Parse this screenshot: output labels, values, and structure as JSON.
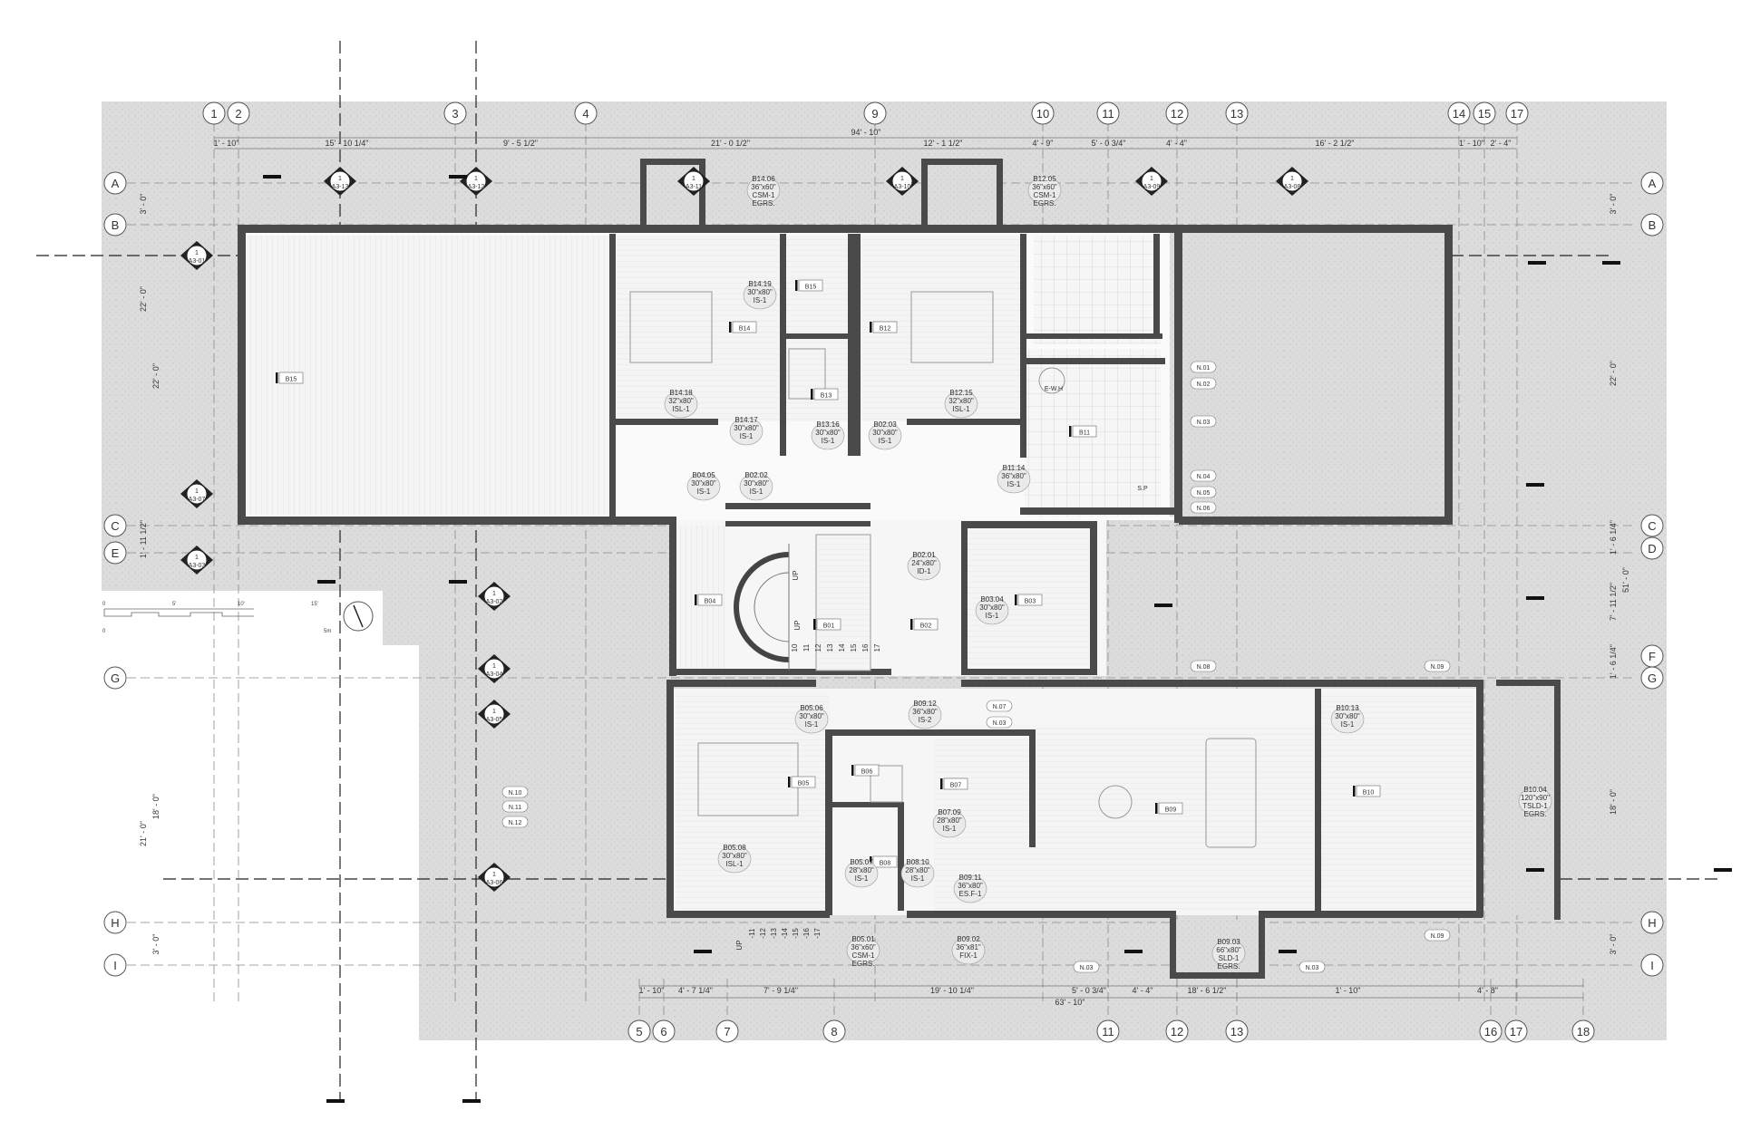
{
  "grid_top": [
    "1",
    "2",
    "3",
    "4",
    "9",
    "10",
    "11",
    "12",
    "13",
    "14",
    "15",
    "17"
  ],
  "grid_bottom": [
    "5",
    "6",
    "7",
    "8",
    "11",
    "12",
    "13",
    "16",
    "17",
    "18"
  ],
  "grid_left": [
    "A",
    "B",
    "C",
    "E",
    "G",
    "H",
    "I"
  ],
  "grid_right": [
    "A",
    "B",
    "C",
    "D",
    "F",
    "G",
    "H",
    "I"
  ],
  "dims_top": [
    "1' - 10\"",
    "15' - 10 1/4\"",
    "9' - 5 1/2\"",
    "21' - 0 1/2\"",
    "12' - 1 1/2\"",
    "4' - 9\"",
    "5' - 0 3/4\"",
    "4' - 4\"",
    "16' - 2 1/2\"",
    "1' - 10\"",
    "2' - 4\""
  ],
  "dim_top_total": "94' - 10\"",
  "dims_bottom": [
    "1' - 10\"",
    "4' - 7 1/4\"",
    "7' - 9 1/4\"",
    "19' - 10 1/4\"",
    "5' - 0 3/4\"",
    "4' - 4\"",
    "18' - 6 1/2\"",
    "1' - 10\"",
    "4' - 8\""
  ],
  "dim_bottom_total": "63' - 10\"",
  "dims_left": [
    "3' - 0\"",
    "22' - 0\"",
    "22' - 0\"",
    "1' - 11 1/2\"",
    "21' - 0\"",
    "18' - 0\"",
    "3' - 0\""
  ],
  "dims_right": [
    "3' - 0\"",
    "22' - 0\"",
    "1' - 6 1/4\"",
    "51' - 0\"",
    "7' - 11 1/2\"",
    "1' - 6 1/4\"",
    "18' - 0\"",
    "3' - 0\""
  ],
  "section_markers": [
    {
      "num": "1",
      "sheet": "A3-13"
    },
    {
      "num": "1",
      "sheet": "A3-12"
    },
    {
      "num": "1",
      "sheet": "A3-11"
    },
    {
      "num": "1",
      "sheet": "A3-10"
    },
    {
      "num": "1",
      "sheet": "A3-09"
    },
    {
      "num": "1",
      "sheet": "A3-08"
    },
    {
      "num": "1",
      "sheet": "A3-01"
    },
    {
      "num": "1",
      "sheet": "A3-07"
    },
    {
      "num": "1",
      "sheet": "A3-03"
    },
    {
      "num": "1",
      "sheet": "A3-02"
    },
    {
      "num": "1",
      "sheet": "A3-04"
    },
    {
      "num": "1",
      "sheet": "A3-05"
    },
    {
      "num": "1",
      "sheet": "A3-06"
    }
  ],
  "rooms": [
    "B15",
    "B14",
    "B12",
    "B15",
    "B13",
    "B11",
    "B04",
    "B01",
    "B02",
    "B03",
    "B05",
    "B06",
    "B07",
    "B08",
    "B09",
    "B10"
  ],
  "door_tags": [
    {
      "id": "B14.06",
      "size": "36\"x60\"",
      "type": "CSM-1",
      "note": "EGRS."
    },
    {
      "id": "B12.05",
      "size": "36\"x60\"",
      "type": "CSM-1",
      "note": "EGRS."
    },
    {
      "id": "B14.19",
      "size": "30\"x80\"",
      "type": "IS-1",
      "note": ""
    },
    {
      "id": "B14.18",
      "size": "32\"x80\"",
      "type": "ISL-1",
      "note": ""
    },
    {
      "id": "B14.17",
      "size": "30\"x80\"",
      "type": "IS-1",
      "note": ""
    },
    {
      "id": "B13.16",
      "size": "30\"x80\"",
      "type": "IS-1",
      "note": ""
    },
    {
      "id": "B02.03",
      "size": "30\"x80\"",
      "type": "IS-1",
      "note": ""
    },
    {
      "id": "B12.15",
      "size": "32\"x80\"",
      "type": "ISL-1",
      "note": ""
    },
    {
      "id": "B04.05",
      "size": "30\"x80\"",
      "type": "IS-1",
      "note": ""
    },
    {
      "id": "B02.02",
      "size": "30\"x80\"",
      "type": "IS-1",
      "note": ""
    },
    {
      "id": "B11.14",
      "size": "36\"x80\"",
      "type": "IS-1",
      "note": ""
    },
    {
      "id": "B02.01",
      "size": "24\"x80\"",
      "type": "ID-1",
      "note": ""
    },
    {
      "id": "B03.04",
      "size": "30\"x80\"",
      "type": "IS-1",
      "note": ""
    },
    {
      "id": "B05.06",
      "size": "30\"x80\"",
      "type": "IS-1",
      "note": ""
    },
    {
      "id": "B09.12",
      "size": "36\"x80\"",
      "type": "IS-2",
      "note": ""
    },
    {
      "id": "B10.13",
      "size": "30\"x80\"",
      "type": "IS-1",
      "note": ""
    },
    {
      "id": "B07.09",
      "size": "28\"x80\"",
      "type": "IS-1",
      "note": ""
    },
    {
      "id": "B10.04",
      "size": "120\"x90\"",
      "type": "TSLD-1",
      "note": "EGRS."
    },
    {
      "id": "B05.08",
      "size": "30\"x80\"",
      "type": "ISL-1",
      "note": ""
    },
    {
      "id": "B05.07",
      "size": "28\"x80\"",
      "type": "IS-1",
      "note": ""
    },
    {
      "id": "B08.10",
      "size": "28\"x80\"",
      "type": "IS-1",
      "note": ""
    },
    {
      "id": "B09.11",
      "size": "36\"x80\"",
      "type": "ES.F-1",
      "note": ""
    },
    {
      "id": "B05.01",
      "size": "36\"x60\"",
      "type": "CSM-1",
      "note": "EGRS."
    },
    {
      "id": "B09.02",
      "size": "36\"x81\"",
      "type": "FIX-1",
      "note": ""
    },
    {
      "id": "B09.03",
      "size": "66\"x80\"",
      "type": "SLD-1",
      "note": "EGRS."
    }
  ],
  "notes": [
    "N.01",
    "N.02",
    "N.03",
    "N.04",
    "N.05",
    "N.06",
    "N.08",
    "N.09",
    "N.07",
    "N.03",
    "N.10",
    "N.11",
    "N.12",
    "N.03",
    "N.03",
    "N.09"
  ],
  "equipment_labels": [
    "E-W.H",
    "S.P"
  ],
  "stair_numbers_upper": [
    "10",
    "11",
    "12",
    "13",
    "14",
    "15",
    "16",
    "17"
  ],
  "stair_numbers_lower": [
    "-11",
    "-12",
    "-13",
    "-14",
    "-15",
    "-16",
    "-17"
  ],
  "stair_up": "UP",
  "scale_labels": [
    "0",
    "5'",
    "10'",
    "15'",
    "0",
    "5m"
  ]
}
